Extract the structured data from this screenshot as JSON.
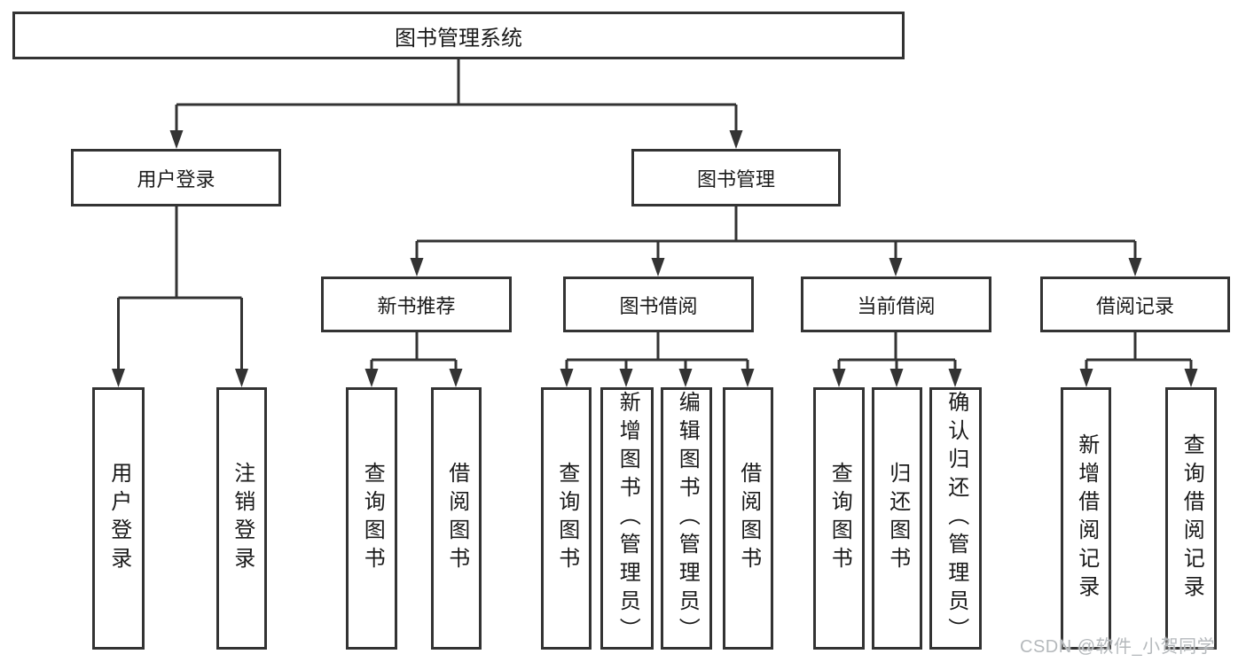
{
  "diagram": {
    "root": "图书管理系统",
    "branches": [
      {
        "label": "用户登录",
        "children": [
          {
            "label": "用户登录"
          },
          {
            "label": "注销登录"
          }
        ]
      },
      {
        "label": "图书管理",
        "sections": [
          {
            "label": "新书推荐",
            "children": [
              {
                "label": "查询图书"
              },
              {
                "label": "借阅图书"
              }
            ]
          },
          {
            "label": "图书借阅",
            "children": [
              {
                "label": "查询图书"
              },
              {
                "label": "新增图书（管理员）"
              },
              {
                "label": "编辑图书（管理员）"
              },
              {
                "label": "借阅图书"
              }
            ]
          },
          {
            "label": "当前借阅",
            "children": [
              {
                "label": "查询图书"
              },
              {
                "label": "归还图书"
              },
              {
                "label": "确认归还（管理员）"
              }
            ]
          },
          {
            "label": "借阅记录",
            "children": [
              {
                "label": "新增借阅记录"
              },
              {
                "label": "查询借阅记录"
              }
            ]
          }
        ]
      }
    ],
    "colors": {
      "line": "#333333",
      "text": "#1a1a1a",
      "background": "#ffffff",
      "watermark": "#b5b9bc"
    }
  },
  "watermark": {
    "text": "CSDN @软件_小贺同学"
  }
}
